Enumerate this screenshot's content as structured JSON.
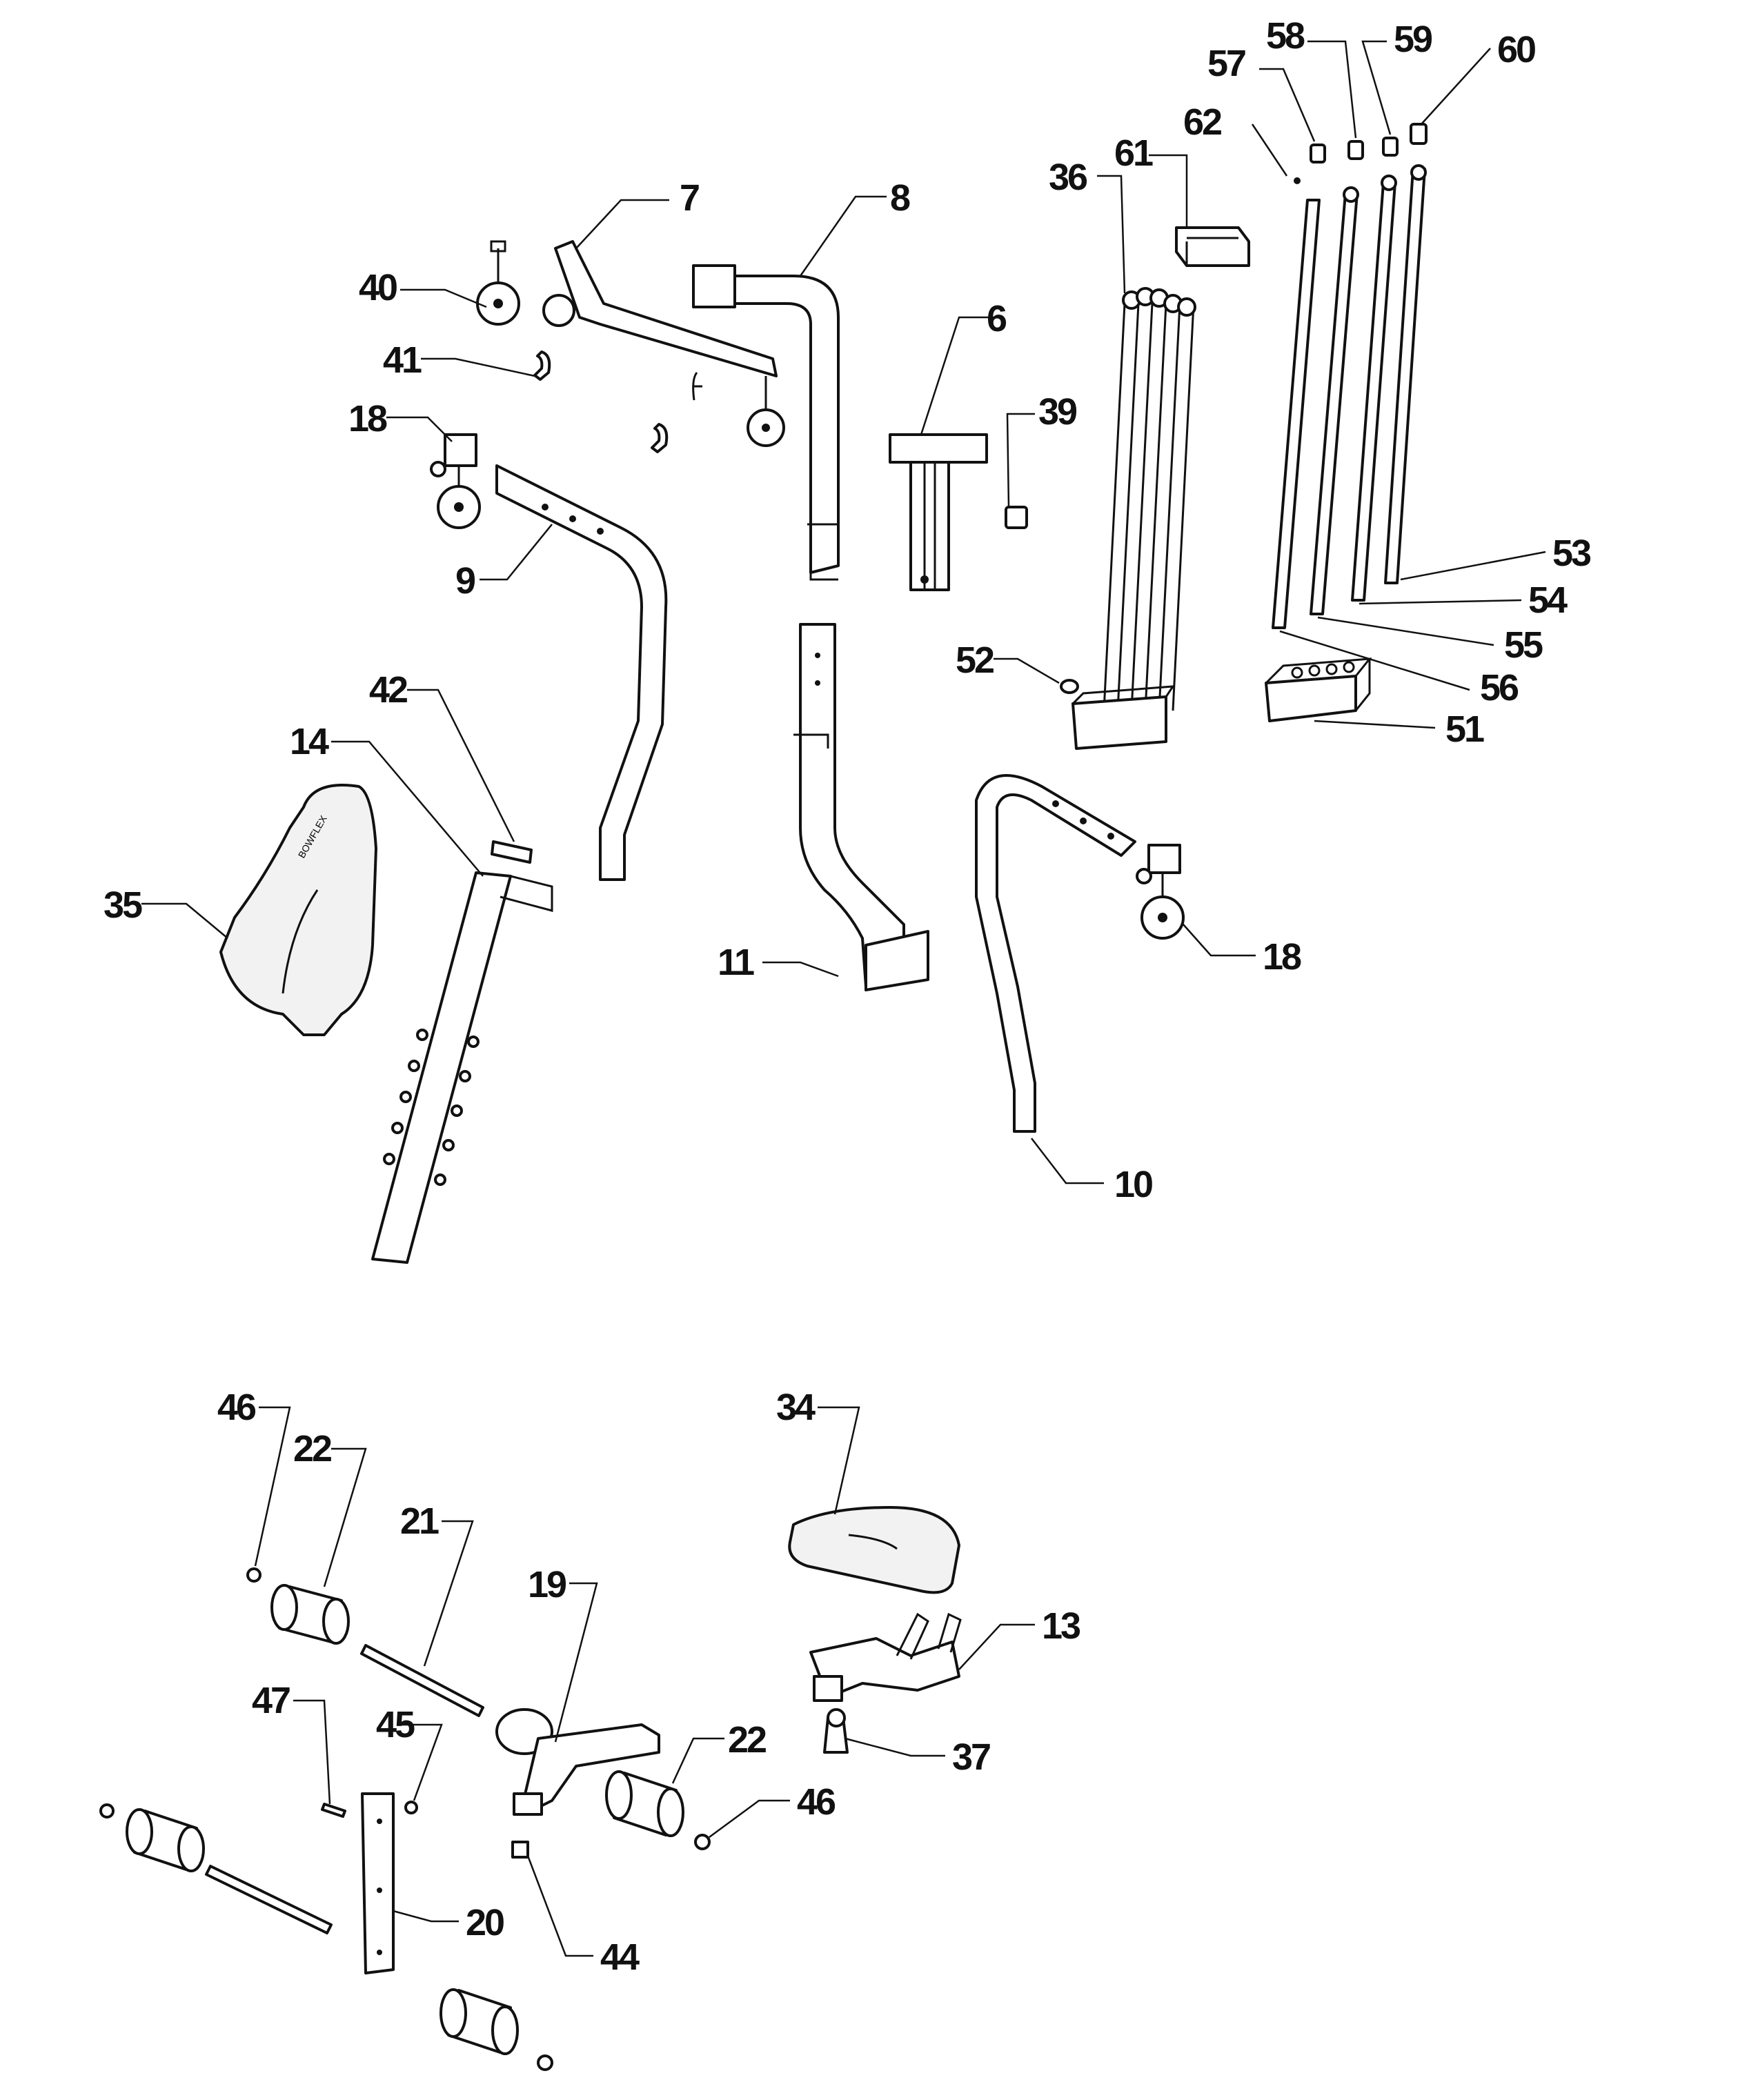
{
  "callouts": [
    {
      "id": "c7",
      "label": "7"
    },
    {
      "id": "c8",
      "label": "8"
    },
    {
      "id": "c6",
      "label": "6"
    },
    {
      "id": "c36",
      "label": "36"
    },
    {
      "id": "c61",
      "label": "61"
    },
    {
      "id": "c62",
      "label": "62"
    },
    {
      "id": "c57",
      "label": "57"
    },
    {
      "id": "c58",
      "label": "58"
    },
    {
      "id": "c59",
      "label": "59"
    },
    {
      "id": "c60",
      "label": "60"
    },
    {
      "id": "c40",
      "label": "40"
    },
    {
      "id": "c41",
      "label": "41"
    },
    {
      "id": "c18a",
      "label": "18"
    },
    {
      "id": "c39",
      "label": "39"
    },
    {
      "id": "c9",
      "label": "9"
    },
    {
      "id": "c53",
      "label": "53"
    },
    {
      "id": "c54",
      "label": "54"
    },
    {
      "id": "c55",
      "label": "55"
    },
    {
      "id": "c56",
      "label": "56"
    },
    {
      "id": "c52",
      "label": "52"
    },
    {
      "id": "c51",
      "label": "51"
    },
    {
      "id": "c42",
      "label": "42"
    },
    {
      "id": "c14",
      "label": "14"
    },
    {
      "id": "c35",
      "label": "35"
    },
    {
      "id": "c11",
      "label": "11"
    },
    {
      "id": "c18b",
      "label": "18"
    },
    {
      "id": "c10",
      "label": "10"
    },
    {
      "id": "c34",
      "label": "34"
    },
    {
      "id": "c46a",
      "label": "46"
    },
    {
      "id": "c22a",
      "label": "22"
    },
    {
      "id": "c21",
      "label": "21"
    },
    {
      "id": "c19",
      "label": "19"
    },
    {
      "id": "c13",
      "label": "13"
    },
    {
      "id": "c47",
      "label": "47"
    },
    {
      "id": "c45",
      "label": "45"
    },
    {
      "id": "c22b",
      "label": "22"
    },
    {
      "id": "c37",
      "label": "37"
    },
    {
      "id": "c46b",
      "label": "46"
    },
    {
      "id": "c20",
      "label": "20"
    },
    {
      "id": "c44",
      "label": "44"
    }
  ],
  "logo_text": "BOWFLEX",
  "colors": {
    "line": "#111111",
    "background": "#ffffff",
    "shade": "#f2f2f2"
  }
}
